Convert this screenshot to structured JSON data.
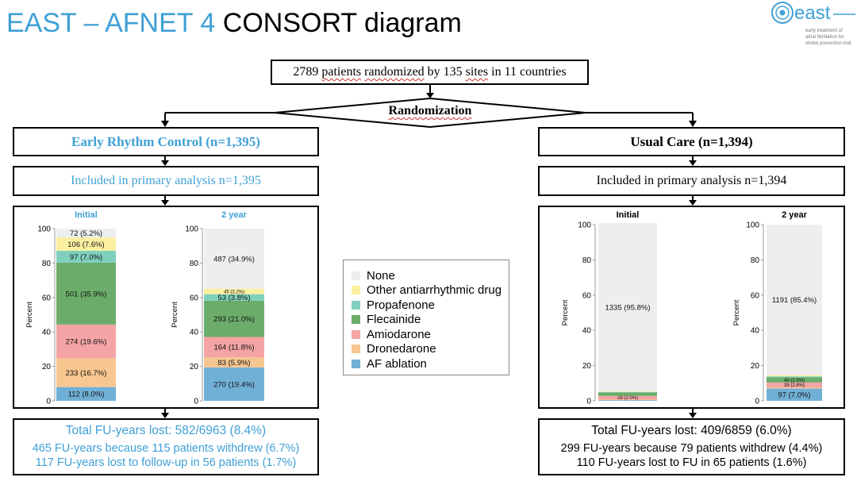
{
  "title": {
    "part1": "EAST – AFNET 4",
    "part2": "CONSORT diagram"
  },
  "logo": {
    "word": "east",
    "tagline": [
      "early treatment of",
      "atrial fibrillation for",
      "stroke prevention trial"
    ]
  },
  "top": {
    "randomized": {
      "n": "2789",
      "t1": "patients",
      "t2": "randomized",
      "t3": "by 135",
      "t4": "sites",
      "t5": "in 11 countries"
    },
    "randomization": "Randomization"
  },
  "left": {
    "arm_title": "Early Rhythm Control (n=1,395)",
    "included": "Included in primary analysis n=1,395",
    "fu_total": "Total FU-years lost: 582/6963 (8.4%)",
    "fu_withdrew": "465 FU-years because 115 patients withdrew (6.7%)",
    "fu_lost": "117 FU-years lost to follow-up in 56 patients (1.7%)"
  },
  "right": {
    "arm_title": "Usual Care (n=1,394)",
    "included": "Included in primary analysis n=1,394",
    "fu_total": "Total FU-years lost: 409/6859 (6.0%)",
    "fu_withdrew": "299 FU-years because 79 patients withdrew (4.4%)",
    "fu_lost": "110 FU-years lost to FU in 65 patients (1.6%)"
  },
  "legend": [
    {
      "label": "None",
      "color": "#eeeeee"
    },
    {
      "label": "Other antiarrhythmic drug",
      "color": "#fbf0a0"
    },
    {
      "label": "Propafenone",
      "color": "#7fd0bc"
    },
    {
      "label": "Flecainide",
      "color": "#6cac6a"
    },
    {
      "label": "Amiodarone",
      "color": "#f4a4a4"
    },
    {
      "label": "Dronedarone",
      "color": "#f8c690"
    },
    {
      "label": "AF ablation",
      "color": "#71b0d6"
    }
  ],
  "chart_data": [
    {
      "type": "bar",
      "subtitle": "Initial",
      "ylabel": "Percent",
      "ylim": [
        0,
        100
      ],
      "yticks": [
        0,
        20,
        40,
        60,
        80,
        100
      ],
      "title_color": "#3fa0d6",
      "series": [
        {
          "name": "AF ablation",
          "value": 8.0,
          "label": "112 (8.0%)"
        },
        {
          "name": "Dronedarone",
          "value": 16.7,
          "label": "233 (16.7%)"
        },
        {
          "name": "Amiodarone",
          "value": 19.6,
          "label": "274 (19.6%)"
        },
        {
          "name": "Flecainide",
          "value": 35.9,
          "label": "501 (35.9%)"
        },
        {
          "name": "Propafenone",
          "value": 7.0,
          "label": "97 (7.0%)"
        },
        {
          "name": "Other antiarrhythmic drug",
          "value": 7.6,
          "label": "106 (7.6%)"
        },
        {
          "name": "None",
          "value": 5.2,
          "label": "72 (5.2%)"
        }
      ]
    },
    {
      "type": "bar",
      "subtitle": "2 year",
      "ylabel": "Percent",
      "ylim": [
        0,
        100
      ],
      "yticks": [
        0,
        20,
        40,
        60,
        80,
        100
      ],
      "title_color": "#3fa0d6",
      "series": [
        {
          "name": "AF ablation",
          "value": 19.4,
          "label": "270 (19.4%)"
        },
        {
          "name": "Dronedarone",
          "value": 5.9,
          "label": "83 (5.9%)"
        },
        {
          "name": "Amiodarone",
          "value": 11.8,
          "label": "164 (11.8%)"
        },
        {
          "name": "Flecainide",
          "value": 21.0,
          "label": "293 (21.0%)"
        },
        {
          "name": "Propafenone",
          "value": 3.8,
          "label": "53 (3.8%)"
        },
        {
          "name": "Other antiarrhythmic drug",
          "value": 3.2,
          "label": "45 (3.2%)"
        },
        {
          "name": "None",
          "value": 34.9,
          "label": "487 (34.9%)"
        }
      ]
    },
    {
      "type": "bar",
      "subtitle": "Initial",
      "ylabel": "Percent",
      "ylim": [
        0,
        100
      ],
      "yticks": [
        0,
        20,
        40,
        60,
        80,
        100
      ],
      "title_color": "#000000",
      "series": [
        {
          "name": "AF ablation",
          "value": 0.4,
          "label": ""
        },
        {
          "name": "Dronedarone",
          "value": 0.4,
          "label": ""
        },
        {
          "name": "Amiodarone",
          "value": 2.0,
          "label": "28 (2.0%)"
        },
        {
          "name": "Flecainide",
          "value": 2.0,
          "label": ""
        },
        {
          "name": "Propafenone",
          "value": 0.2,
          "label": ""
        },
        {
          "name": "Other antiarrhythmic drug",
          "value": 0.2,
          "label": ""
        },
        {
          "name": "None",
          "value": 95.8,
          "label": "1335 (95.8%)"
        }
      ]
    },
    {
      "type": "bar",
      "subtitle": "2 year",
      "ylabel": "Percent",
      "ylim": [
        0,
        100
      ],
      "yticks": [
        0,
        20,
        40,
        60,
        80,
        100
      ],
      "title_color": "#000000",
      "series": [
        {
          "name": "AF ablation",
          "value": 7.0,
          "label": "97 (7.0%)"
        },
        {
          "name": "Dronedarone",
          "value": 0.6,
          "label": ""
        },
        {
          "name": "Amiodarone",
          "value": 2.8,
          "label": "39 (2.8%)"
        },
        {
          "name": "Flecainide",
          "value": 2.9,
          "label": "40 (2.9%)"
        },
        {
          "name": "Propafenone",
          "value": 0.6,
          "label": ""
        },
        {
          "name": "Other antiarrhythmic drug",
          "value": 0.7,
          "label": ""
        },
        {
          "name": "None",
          "value": 85.4,
          "label": "1191 (85.4%)"
        }
      ]
    }
  ]
}
